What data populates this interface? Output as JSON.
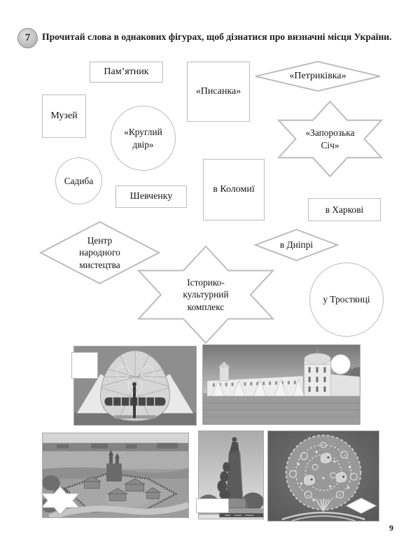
{
  "page": {
    "number": "9"
  },
  "exercise": {
    "number": "7",
    "instruction": "Прочитай слова в однакових фігурах, щоб дізнатися про визначні місця України."
  },
  "shapes": {
    "monument": {
      "label": "Пам’ятник",
      "figure": "rectangle"
    },
    "pysanka": {
      "label": "«Писанка»",
      "figure": "square"
    },
    "petrykivka": {
      "label": "«Петриківка»",
      "figure": "diamond"
    },
    "museum": {
      "label": "Музей",
      "figure": "square"
    },
    "round_court": {
      "label": "«Круглий двір»",
      "figure": "circle"
    },
    "zaporozka_sich": {
      "label": "«Запорозька Січ»",
      "figure": "star"
    },
    "sadyba": {
      "label": "Садиба",
      "figure": "circle"
    },
    "shevchenku": {
      "label": "Шевченку",
      "figure": "rectangle"
    },
    "kolomyia": {
      "label": "в Коломиї",
      "figure": "square"
    },
    "kharkiv": {
      "label": "в Харкові",
      "figure": "rectangle"
    },
    "dnipro": {
      "label": "в Дніпрі",
      "figure": "diamond"
    },
    "folk_art_center": {
      "label": "Центр народного мистецтва",
      "figure": "diamond"
    },
    "history_complex": {
      "label": "Історико-культурний комплекс",
      "figure": "star"
    },
    "trostianets": {
      "label": "у Тростянці",
      "figure": "circle"
    }
  },
  "photos": [
    {
      "subject": "pysanka-museum",
      "marker": "square"
    },
    {
      "subject": "round-court-fortress",
      "marker": "circle"
    },
    {
      "subject": "zaporozka-sich-aerial",
      "marker": "star"
    },
    {
      "subject": "shevchenko-monument",
      "marker": "rectangle"
    },
    {
      "subject": "petrykivka-painting",
      "marker": "diamond"
    }
  ],
  "colors": {
    "shape_border": "#bcbcbc",
    "text": "#1c1c1c",
    "badge_fill": "#c2c2c2"
  }
}
